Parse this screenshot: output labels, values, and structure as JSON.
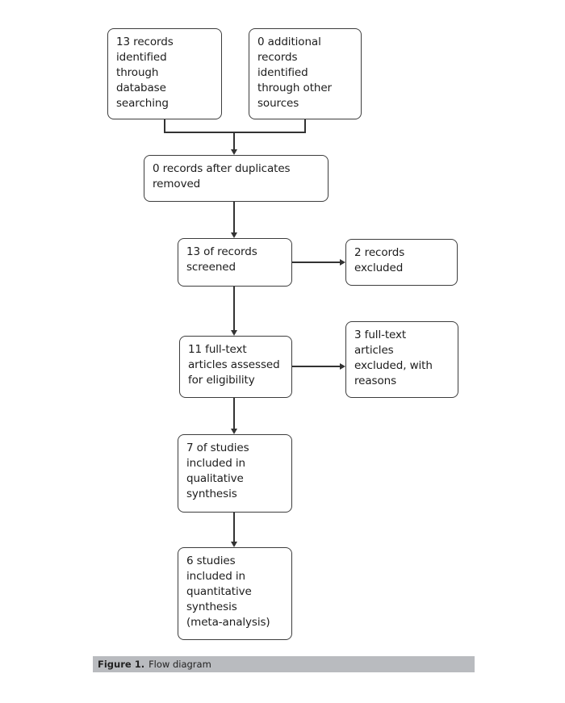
{
  "figure": {
    "boxes": {
      "identified": "13 records\nidentified\nthrough\ndatabase\nsearching",
      "additional": "0 additional\nrecords\nidentified\nthrough other\nsources",
      "after_duplicates": "0 records after duplicates\nremoved",
      "screened": "13 of records\nscreened",
      "records_excluded": "2 records\nexcluded",
      "fulltext_assessed": "11 full-text\narticles assessed\nfor eligibility",
      "fulltext_excluded": "3 full-text\narticles\nexcluded, with\nreasons",
      "qualitative": "7 of studies\nincluded in\nqualitative\nsynthesis",
      "quantitative": "6 studies\nincluded in\nquantitative\nsynthesis\n(meta-analysis)"
    },
    "caption": {
      "bold": "Figure 1.",
      "rest": "Flow diagram"
    },
    "colors": {
      "box_border": "#3d3d3d",
      "connector_line": "#333333",
      "caption_background": "#b9bbbf",
      "text": "#1c1c1c",
      "page_background": "#ffffff"
    }
  }
}
